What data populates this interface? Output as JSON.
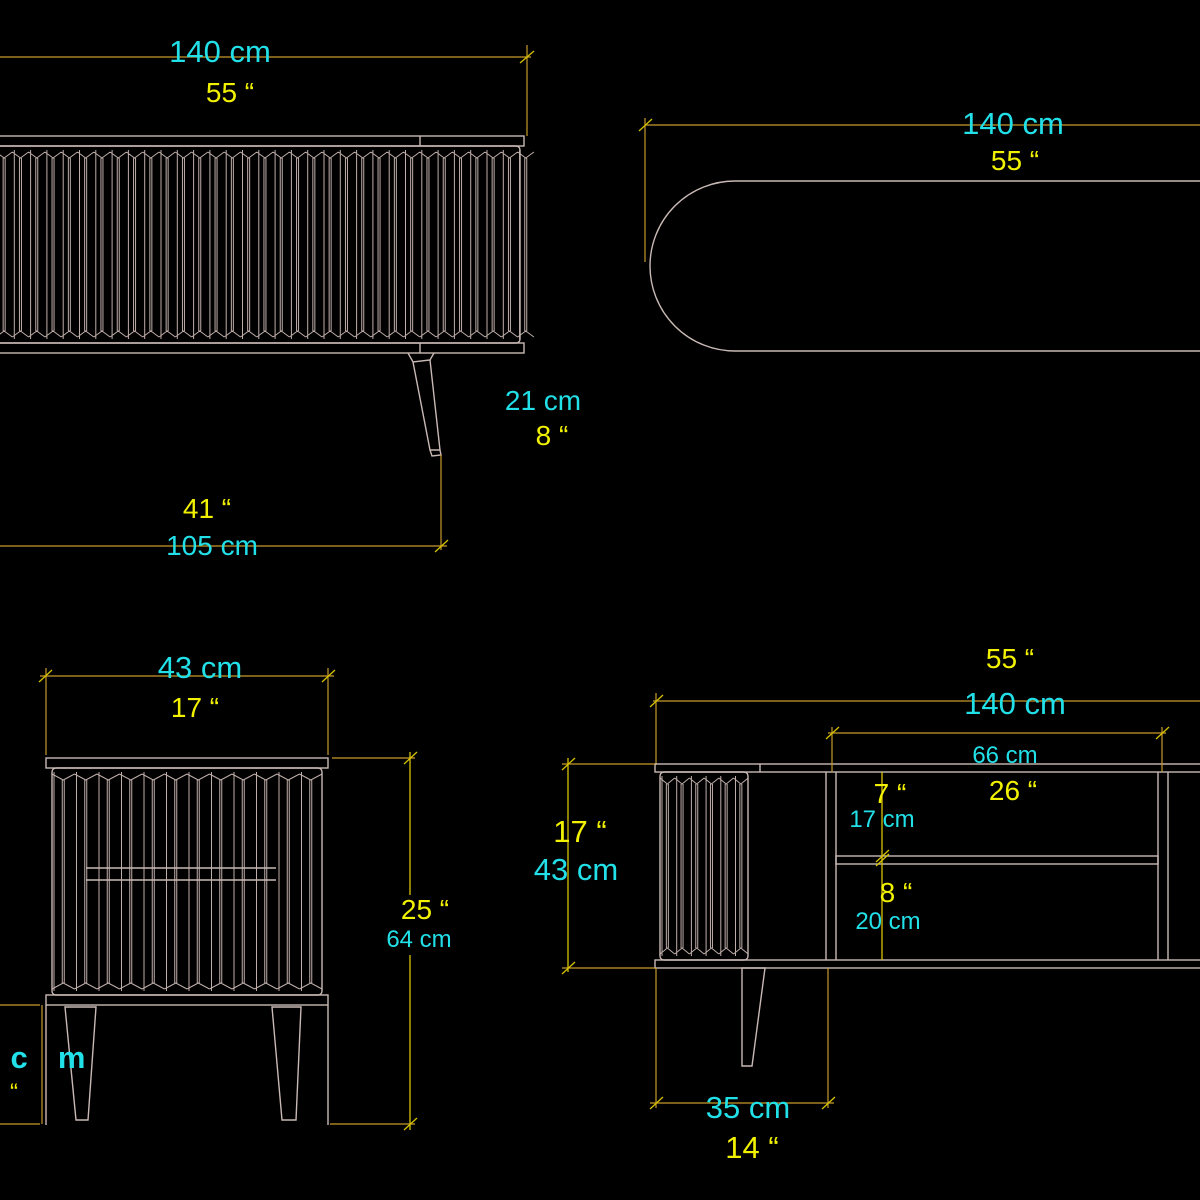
{
  "colors": {
    "metric": "#22e0e8",
    "imperial": "#f2f200",
    "lines": "#c9b9b5",
    "background": "#000000"
  },
  "front_view": {
    "width_cm": "140 cm",
    "width_in": "55 “",
    "leg_cm": "21 cm",
    "leg_in": "8 “",
    "leg_span_in": "41 “",
    "leg_span_cm": "105 cm"
  },
  "top_view": {
    "width_cm": "140 cm",
    "width_in": "55 “"
  },
  "side_view": {
    "depth_cm": "43 cm",
    "depth_in": "17 “",
    "height_in": "25 “",
    "height_cm": "64 cm",
    "partial_cm": "cm",
    "partial_in": "“"
  },
  "section_view": {
    "width_in": "55 “",
    "width_cm": "140 cm",
    "inner_cm": "66 cm",
    "inner_in": "26 “",
    "upper_in": "7 “",
    "upper_cm": "17 cm",
    "body_in": "17 “",
    "body_cm": "43 cm",
    "lower_in": "8 “",
    "lower_cm": "20 cm",
    "leg_cm": "35 cm",
    "leg_in": "14 “"
  }
}
